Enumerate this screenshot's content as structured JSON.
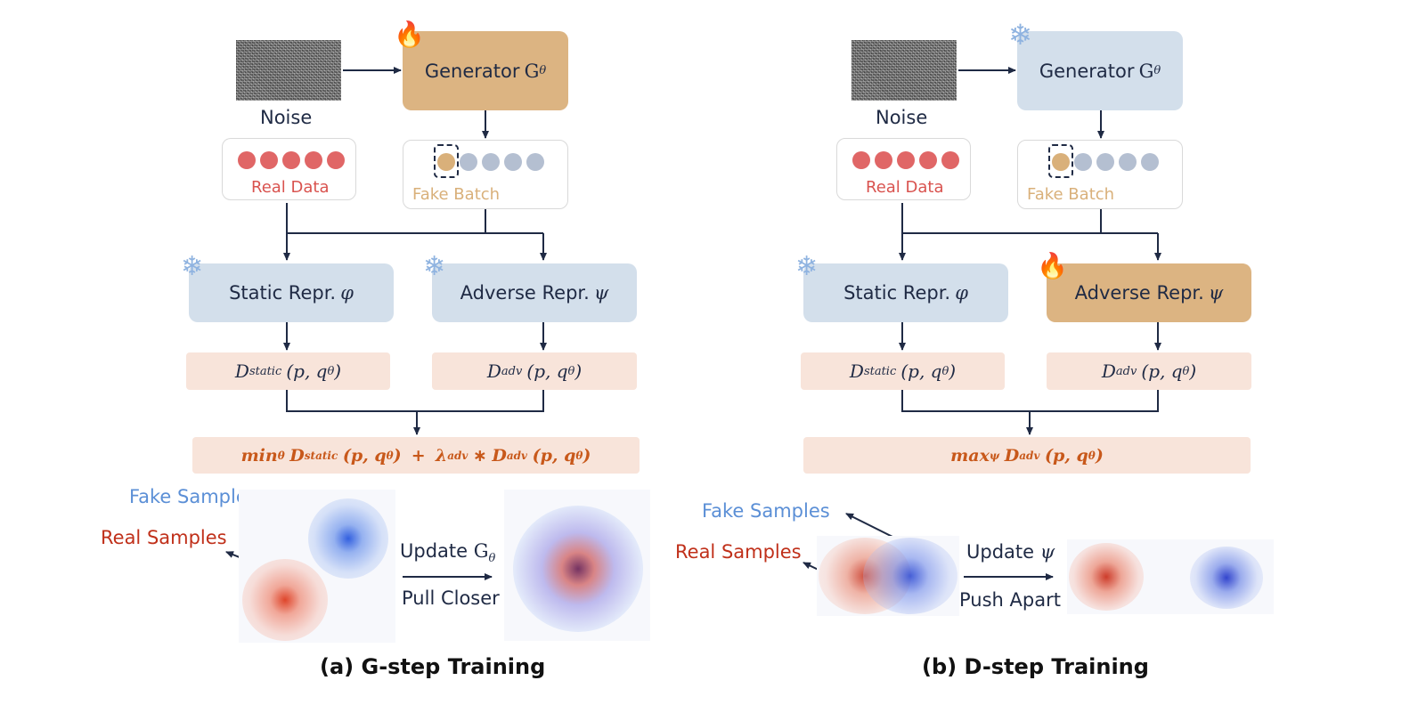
{
  "left": {
    "noise_label": "Noise",
    "generator_label": "Generator",
    "generator_sym": "G",
    "generator_sub": "θ",
    "real_data_label": "Real Data",
    "fake_batch_label": "Fake Batch",
    "static_repr_label": "Static Repr.",
    "static_repr_sym": "φ",
    "adverse_repr_label": "Adverse Repr.",
    "adverse_repr_sym": "ψ",
    "d_static": "D",
    "d_static_sub": "static",
    "d_static_args": "(p, q",
    "d_static_args_sub": "θ",
    "d_static_close": ")",
    "d_adv": "D",
    "d_adv_sub": "adv",
    "d_adv_args": "(p, q",
    "d_adv_args_sub": "θ",
    "d_adv_close": ")",
    "objective_min": "min",
    "objective_min_sub": "θ",
    "objective_d1": "D",
    "objective_d1_sub": "static",
    "objective_args1": "(p, q",
    "objective_args1_sub": "θ",
    "objective_close1": ")",
    "objective_plus": "+",
    "objective_lambda": "λ",
    "objective_lambda_sub": "adv",
    "objective_star": "∗",
    "objective_d2": "D",
    "objective_d2_sub": "adv",
    "objective_args2": "(p, q",
    "objective_args2_sub": "θ",
    "objective_close2": ")",
    "fake_samples_label": "Fake Samples",
    "real_samples_label": "Real Samples",
    "update_label": "Update",
    "update_sym": "G",
    "update_sub": "θ",
    "action_label": "Pull Closer",
    "caption": "(a) G-step Training",
    "generator_state": "fire-icon",
    "static_state": "snowflake-icon",
    "adverse_state": "snowflake-icon"
  },
  "right": {
    "noise_label": "Noise",
    "generator_label": "Generator",
    "generator_sym": "G",
    "generator_sub": "θ",
    "real_data_label": "Real Data",
    "fake_batch_label": "Fake Batch",
    "static_repr_label": "Static Repr.",
    "static_repr_sym": "φ",
    "adverse_repr_label": "Adverse Repr.",
    "adverse_repr_sym": "ψ",
    "d_static": "D",
    "d_static_sub": "static",
    "d_static_args": "(p, q",
    "d_static_args_sub": "θ",
    "d_static_close": ")",
    "d_adv": "D",
    "d_adv_sub": "adv",
    "d_adv_args": "(p, q",
    "d_adv_args_sub": "θ",
    "d_adv_close": ")",
    "objective_max": "max",
    "objective_max_sub": "ψ",
    "objective_d": "D",
    "objective_d_sub": "adv",
    "objective_args": "(p, q",
    "objective_args_sub": "θ",
    "objective_close": ")",
    "fake_samples_label": "Fake Samples",
    "real_samples_label": "Real Samples",
    "update_label": "Update",
    "update_sym": "ψ",
    "action_label": "Push Apart",
    "caption": "(b) D-step Training",
    "generator_state": "snowflake-icon",
    "static_state": "snowflake-icon",
    "adverse_state": "fire-icon"
  },
  "colors": {
    "hot_box": "#dcb482",
    "cold_box": "#d3dfeb",
    "dist_box": "#f8e4da",
    "real_red": "#e06666",
    "fake_gold": "#d9b07a",
    "fake_gray": "#b4bfd1",
    "objective_text": "#c8581a",
    "fake_samples_text": "#5b8fd6",
    "real_samples_text": "#c0301a",
    "arrow": "#1f2a44"
  }
}
